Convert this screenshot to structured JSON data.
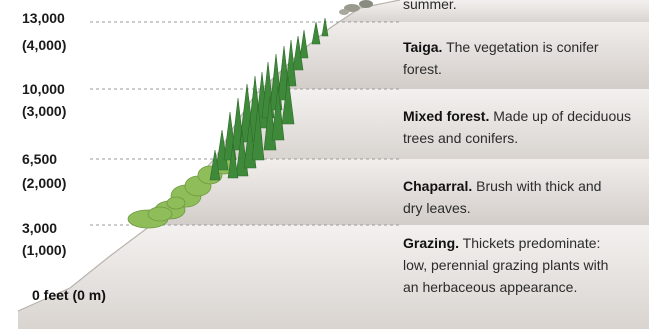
{
  "elevations": [
    {
      "feet": "13,000",
      "meters": "(4,000)"
    },
    {
      "feet": "10,000",
      "meters": "(3,000)"
    },
    {
      "feet": "6,500",
      "meters": "(2,000)"
    },
    {
      "feet": "3,000",
      "meters": "(1,000)"
    }
  ],
  "base_label": "0 feet (0 m)",
  "zones": [
    {
      "name": "",
      "description": "summer."
    },
    {
      "name": "Taiga.",
      "description": "The vegetation is conifer forest."
    },
    {
      "name": "Mixed forest.",
      "description": "Made up of deciduous trees and conifers."
    },
    {
      "name": "Chaparral.",
      "description": "Brush with thick and dry leaves."
    },
    {
      "name": "Grazing.",
      "description": "Thickets predominate: low, perennial grazing plants with an herbaceous appearance."
    }
  ],
  "colors": {
    "band_light": "#ece9e7",
    "band_dark": "#d6d1ce",
    "slope_edge": "#b9b3ae",
    "conifer": "#3f8a3a",
    "chaparral": "#8fbd5a",
    "text": "#1a1a1a",
    "dash": "#9a9a9a"
  }
}
